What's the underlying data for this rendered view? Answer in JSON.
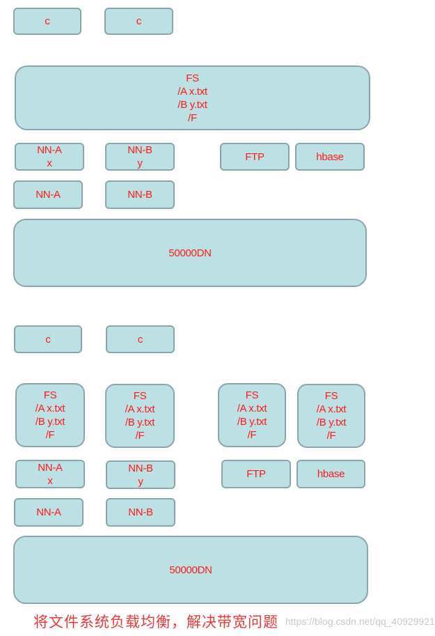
{
  "top": {
    "client_1": "c",
    "client_2": "c",
    "fs": "FS\n/A  x.txt\n/B   y.txt\n/F",
    "nn_a_x": "NN-A\nx",
    "nn_b_y": "NN-B\ny",
    "ftp": "FTP",
    "hbase": "hbase",
    "nn_a": "NN-A",
    "nn_b": "NN-B",
    "datanodes": "50000DN"
  },
  "bottom": {
    "client_1": "c",
    "client_2": "c",
    "fs_1": "FS\n/A  x.txt\n/B   y.txt\n/F",
    "fs_2": "FS\n/A  x.txt\n/B   y.txt\n/F",
    "fs_3": "FS\n/A  x.txt\n/B   y.txt\n/F",
    "fs_4": "FS\n/A  x.txt\n/B   y.txt\n/F",
    "nn_a_x": "NN-A\nx",
    "nn_b_y": "NN-B\ny",
    "ftp": "FTP",
    "hbase": "hbase",
    "nn_a": "NN-A",
    "nn_b": "NN-B",
    "datanodes": "50000DN"
  },
  "caption": "将文件系统负载均衡，解决带宽问题",
  "watermark": "https://blog.csdn.net/qq_40929921"
}
